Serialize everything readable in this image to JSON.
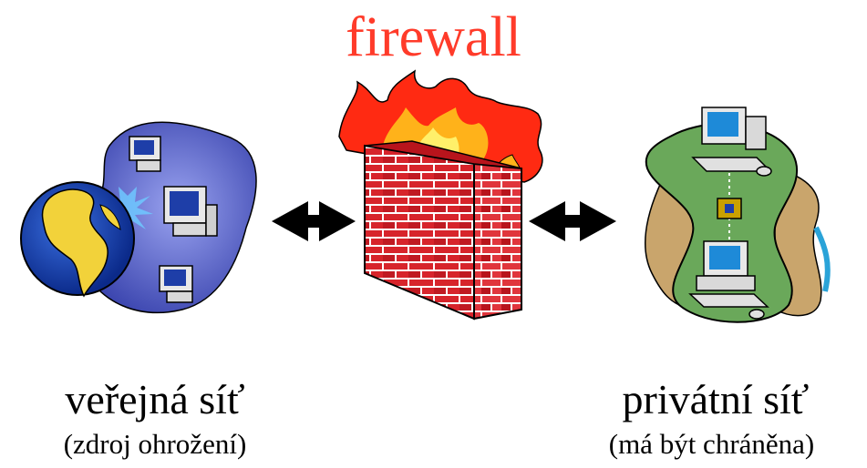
{
  "title": "firewall",
  "public_network": {
    "label": "veřejná síť",
    "sublabel": "(zdroj ohrožení)"
  },
  "private_network": {
    "label": "privátní síť",
    "sublabel": "(má být chráněna)"
  },
  "colors": {
    "title": "#ff3b2a",
    "public_blob": "#5a63c8",
    "private_blob": "#6aa85a",
    "brick": "#d7242b",
    "flame": "#ff2a12"
  }
}
